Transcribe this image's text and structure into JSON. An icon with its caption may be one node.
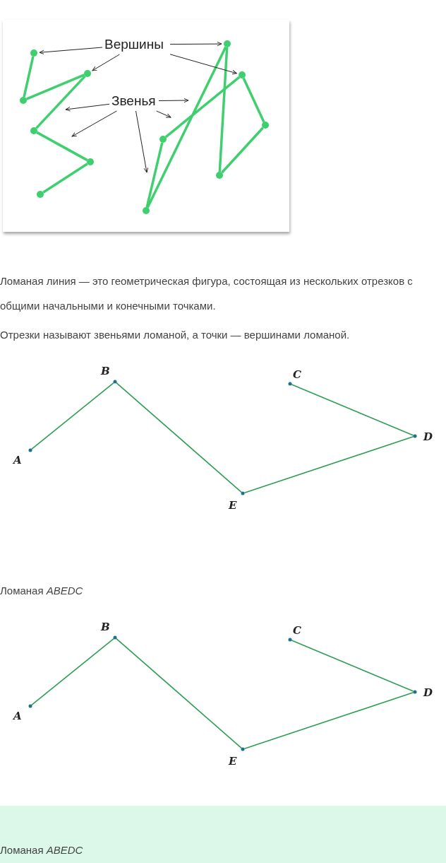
{
  "diagram": {
    "nodes": [
      {
        "text": [
          "Вершины"
        ]
      },
      {
        "text": [
          "Звенья"
        ]
      },
      {
        "text": [],
        "shape": "circle"
      },
      {
        "text": [],
        "shape": "circle"
      },
      {
        "text": [],
        "shape": "circle"
      },
      {
        "text": [],
        "shape": "circle"
      },
      {
        "text": [],
        "shape": "circle"
      },
      {
        "text": [],
        "shape": "circle"
      },
      {
        "text": [],
        "shape": "circle"
      },
      {
        "text": [],
        "shape": "circle"
      },
      {
        "text": [],
        "shape": "circle"
      },
      {
        "text": [],
        "shape": "circle"
      },
      {
        "text": [],
        "shape": "circle"
      },
      {
        "text": [],
        "shape": "circle"
      },
      {
        "text": [],
        "shape": "circle",
        "beside": [
          "A"
        ]
      },
      {
        "text": [],
        "shape": "circle",
        "beside": [
          "B"
        ]
      },
      {
        "text": [],
        "shape": "circle",
        "beside": [
          "C"
        ]
      },
      {
        "text": [],
        "shape": "circle",
        "beside": [
          "D"
        ]
      },
      {
        "text": [],
        "shape": "circle",
        "beside": [
          "E"
        ]
      },
      {
        "text": [],
        "shape": "circle",
        "beside": [
          "A"
        ]
      },
      {
        "text": [],
        "shape": "circle",
        "beside": [
          "B"
        ]
      },
      {
        "text": [],
        "shape": "circle",
        "beside": [
          "C"
        ]
      },
      {
        "text": [],
        "shape": "circle",
        "beside": [
          "D"
        ]
      },
      {
        "text": [],
        "shape": "circle",
        "beside": [
          "E"
        ]
      }
    ],
    "edges": [
      {
        "from": 2,
        "to": 3,
        "arrow": "none",
        "style": "thick"
      },
      {
        "from": 3,
        "to": 4,
        "arrow": "none",
        "style": "thick"
      },
      {
        "from": 4,
        "to": 5,
        "arrow": "none",
        "style": "thick"
      },
      {
        "from": 5,
        "to": 6,
        "arrow": "none",
        "style": "thick"
      },
      {
        "from": 6,
        "to": 7,
        "arrow": "none",
        "style": "thick"
      },
      {
        "from": 13,
        "to": 8,
        "arrow": "none",
        "style": "thick"
      },
      {
        "from": 8,
        "to": 11,
        "arrow": "none",
        "style": "thick"
      },
      {
        "from": 11,
        "to": 10,
        "arrow": "none",
        "style": "thick"
      },
      {
        "from": 10,
        "to": 9,
        "arrow": "none",
        "style": "thick"
      },
      {
        "from": 9,
        "to": 12,
        "arrow": "none",
        "style": "thick"
      },
      {
        "from": 12,
        "to": 13,
        "arrow": "none",
        "style": "thick"
      },
      {
        "from": 0,
        "to": 2,
        "arrow": "to",
        "color": "#222222"
      },
      {
        "from": 0,
        "to": 4,
        "arrow": "to",
        "color": "#222222"
      },
      {
        "from": 0,
        "to": 8,
        "arrow": "to",
        "color": "#222222"
      },
      {
        "from": 0,
        "to": 9,
        "arrow": "to",
        "color": "#222222"
      },
      {
        "from": 1,
        "to": null,
        "arrow": "to",
        "color": "#222222"
      },
      {
        "from": 1,
        "to": null,
        "arrow": "to",
        "color": "#222222"
      },
      {
        "from": 1,
        "to": null,
        "arrow": "to",
        "color": "#222222"
      },
      {
        "from": 1,
        "to": null,
        "arrow": "to",
        "color": "#222222"
      },
      {
        "from": 1,
        "to": null,
        "arrow": "to",
        "color": "#222222"
      },
      {
        "from": 14,
        "to": 15,
        "arrow": "none"
      },
      {
        "from": 15,
        "to": 18,
        "arrow": "none"
      },
      {
        "from": 18,
        "to": 17,
        "arrow": "none"
      },
      {
        "from": 17,
        "to": 16,
        "arrow": "none"
      },
      {
        "from": 19,
        "to": 20,
        "arrow": "none"
      },
      {
        "from": 20,
        "to": 23,
        "arrow": "none"
      },
      {
        "from": 23,
        "to": 22,
        "arrow": "none"
      },
      {
        "from": 22,
        "to": 21,
        "arrow": "none"
      }
    ],
    "labels": [
      "Ломаная линия — это геометрическая фигура, состоящая из нескольких отрезков с общими начальными и конечными точками.",
      "Отрезки называют звеньями ломаной, а точки — вершинами ломаной.",
      "Ломаная *ABEDC*",
      "Ломаная *ABEDC*"
    ]
  }
}
